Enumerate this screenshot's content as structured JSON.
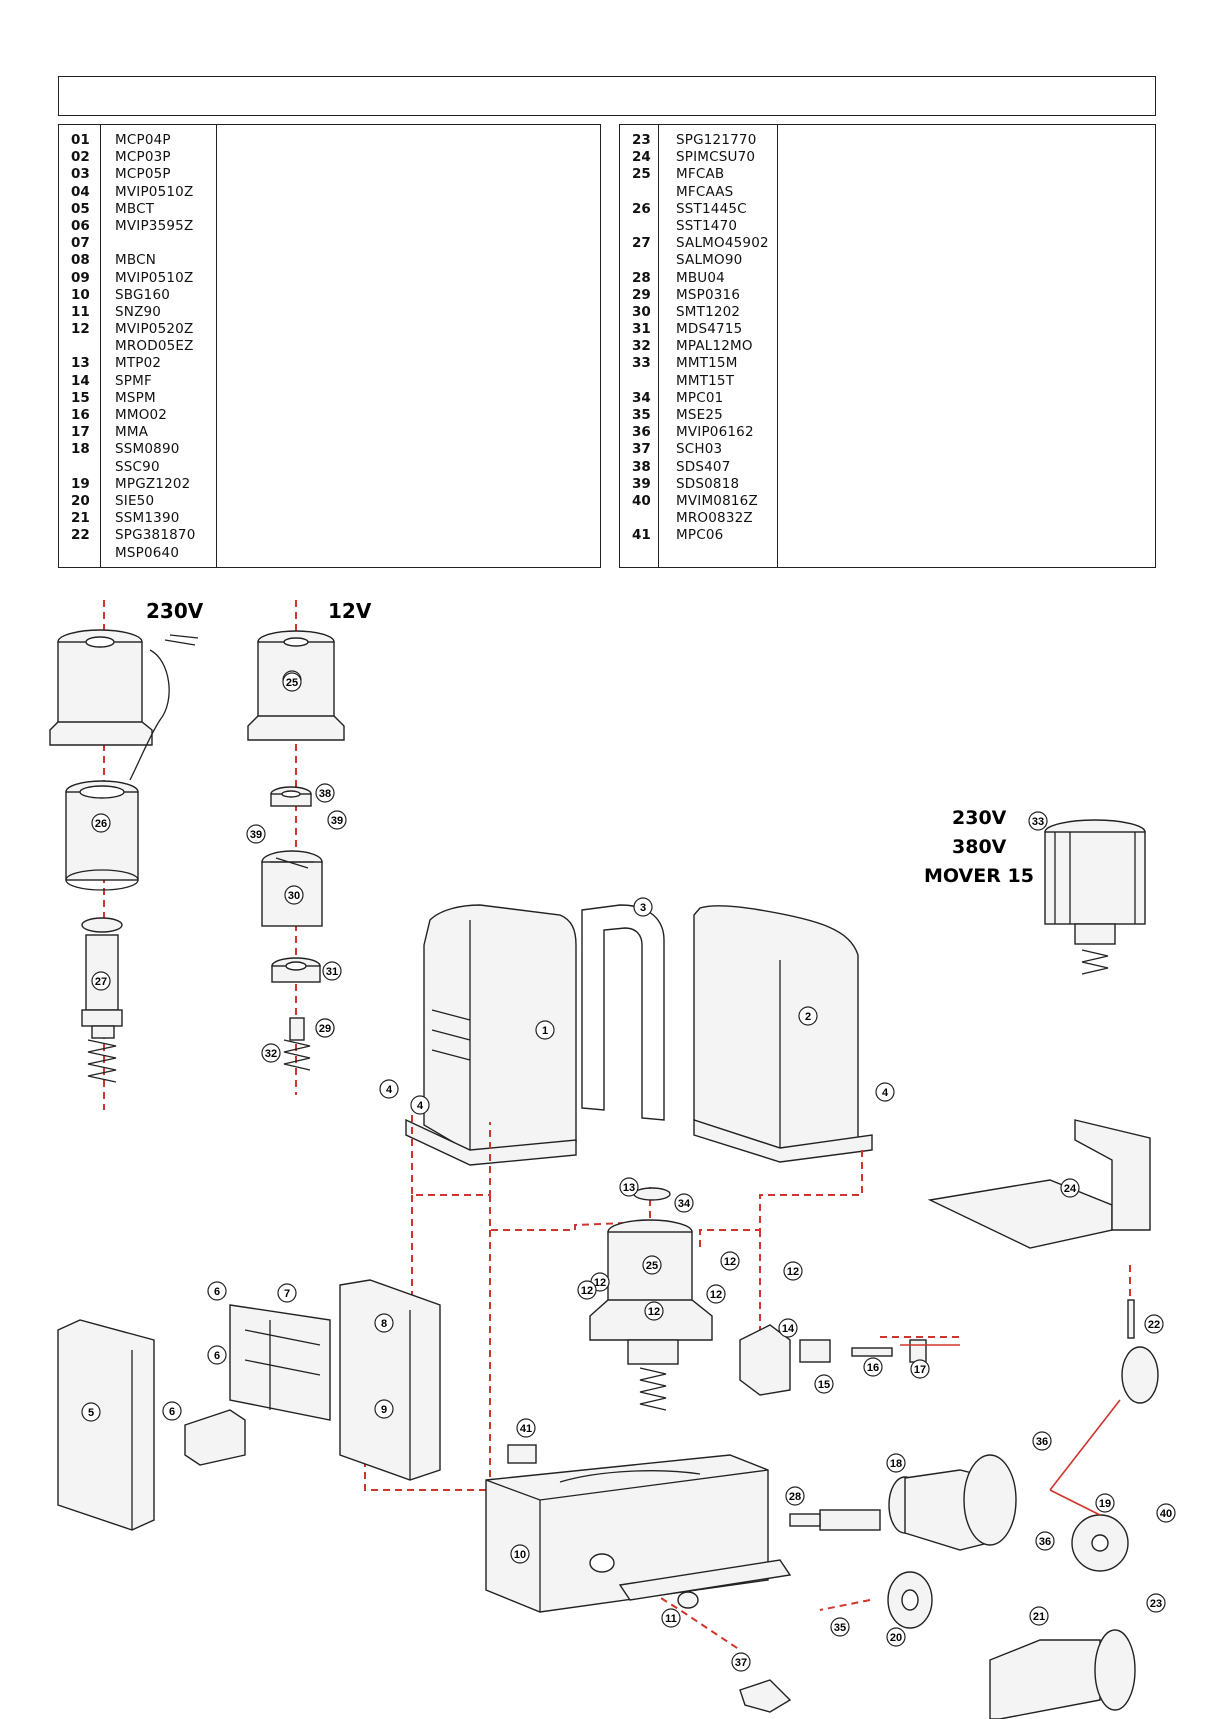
{
  "parts_left": [
    {
      "num": "01",
      "code": "MCP04P"
    },
    {
      "num": "02",
      "code": "MCP03P"
    },
    {
      "num": "03",
      "code": "MCP05P"
    },
    {
      "num": "04",
      "code": "MVIP0510Z"
    },
    {
      "num": "05",
      "code": "MBCT"
    },
    {
      "num": "06",
      "code": "MVIP3595Z"
    },
    {
      "num": "07",
      "code": ""
    },
    {
      "num": "08",
      "code": "MBCN"
    },
    {
      "num": "09",
      "code": "MVIP0510Z"
    },
    {
      "num": "10",
      "code": "SBG160"
    },
    {
      "num": "11",
      "code": "SNZ90"
    },
    {
      "num": "12",
      "code": "MVIP0520Z"
    },
    {
      "num": "",
      "code": "MROD05EZ"
    },
    {
      "num": "13",
      "code": "MTP02"
    },
    {
      "num": "14",
      "code": "SPMF"
    },
    {
      "num": "15",
      "code": "MSPM"
    },
    {
      "num": "16",
      "code": "MMO02"
    },
    {
      "num": "17",
      "code": "MMA"
    },
    {
      "num": "18",
      "code": "SSM0890"
    },
    {
      "num": "",
      "code": "SSC90"
    },
    {
      "num": "19",
      "code": "MPGZ1202"
    },
    {
      "num": "20",
      "code": "SIE50"
    },
    {
      "num": "21",
      "code": "SSM1390"
    },
    {
      "num": "22",
      "code": "SPG381870"
    },
    {
      "num": "",
      "code": "MSP0640"
    }
  ],
  "parts_right": [
    {
      "num": "23",
      "code": "SPG121770"
    },
    {
      "num": "24",
      "code": "SPIMCSU70"
    },
    {
      "num": "25",
      "code": "MFCAB"
    },
    {
      "num": "",
      "code": "MFCAAS"
    },
    {
      "num": "26",
      "code": "SST1445C"
    },
    {
      "num": "",
      "code": "SST1470"
    },
    {
      "num": "27",
      "code": "SALMO45902"
    },
    {
      "num": "",
      "code": "SALMO90"
    },
    {
      "num": "28",
      "code": "MBU04"
    },
    {
      "num": "29",
      "code": "MSP0316"
    },
    {
      "num": "30",
      "code": "SMT1202"
    },
    {
      "num": "31",
      "code": "MDS4715"
    },
    {
      "num": "32",
      "code": "MPAL12MO"
    },
    {
      "num": "33",
      "code": "MMT15M"
    },
    {
      "num": "",
      "code": "MMT15T"
    },
    {
      "num": "34",
      "code": "MPC01"
    },
    {
      "num": "35",
      "code": "MSE25"
    },
    {
      "num": "36",
      "code": "MVIP06162"
    },
    {
      "num": "37",
      "code": "SCH03"
    },
    {
      "num": "38",
      "code": "SDS407"
    },
    {
      "num": "39",
      "code": "SDS0818"
    },
    {
      "num": "40",
      "code": "MVIM0816Z"
    },
    {
      "num": "",
      "code": "MRO0832Z"
    },
    {
      "num": "41",
      "code": "MPC06"
    }
  ],
  "diagram": {
    "voltage_230": "230V",
    "voltage_12": "12V",
    "motor_variant": {
      "line1": "230V",
      "line2": "380V",
      "line3": "MOVER 15"
    },
    "callouts": [
      "1",
      "2",
      "3",
      "4",
      "4",
      "4",
      "5",
      "6",
      "6",
      "6",
      "7",
      "8",
      "9",
      "10",
      "11",
      "12",
      "12",
      "12",
      "12",
      "12",
      "12",
      "13",
      "14",
      "15",
      "16",
      "17",
      "18",
      "19",
      "20",
      "21",
      "22",
      "23",
      "24",
      "25",
      "25",
      "25",
      "26",
      "27",
      "28",
      "29",
      "30",
      "31",
      "32",
      "33",
      "34",
      "35",
      "36",
      "36",
      "37",
      "38",
      "39",
      "39",
      "40",
      "41",
      "29"
    ],
    "colors": {
      "line": "#222222",
      "dash": "#d0342c",
      "fill": "#f2f2f2"
    }
  }
}
